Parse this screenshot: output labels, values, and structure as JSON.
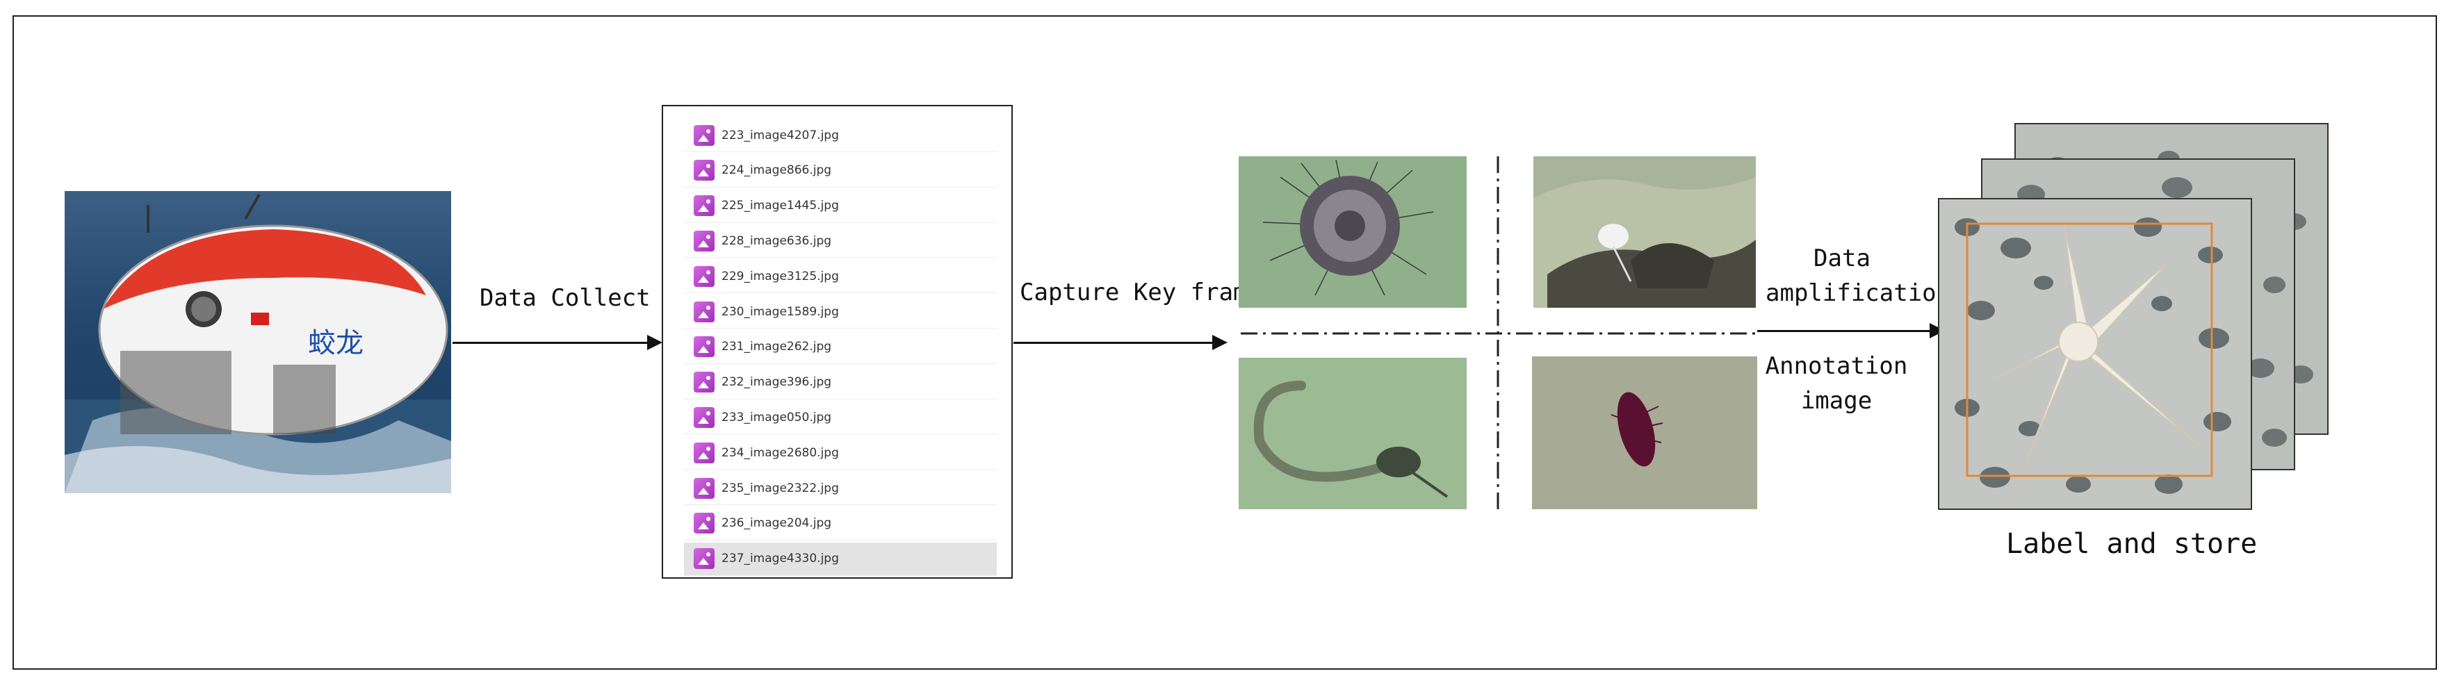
{
  "labels": {
    "data_collect": "Data Collect",
    "capture_key_frame": "Capture Key frame",
    "data_amplification_line1": "Data",
    "data_amplification_line2": "amplification",
    "annotation_line1": "Annotation",
    "annotation_line2": "image",
    "label_and_store": "Label and store"
  },
  "submersible": {
    "hull_text": "蛟龙"
  },
  "file_list": [
    "223_image4207.jpg",
    "224_image866.jpg",
    "225_image1445.jpg",
    "228_image636.jpg",
    "229_image3125.jpg",
    "230_image1589.jpg",
    "231_image262.jpg",
    "232_image396.jpg",
    "233_image050.jpg",
    "234_image2680.jpg",
    "235_image2322.jpg",
    "236_image204.jpg",
    "237_image4330.jpg"
  ],
  "selected_file_index": 12,
  "colors": {
    "line": "#111111",
    "seafloor_green": "#8fae8a",
    "annotation_box": "#e08a3c",
    "file_icon": "#b848cc"
  }
}
